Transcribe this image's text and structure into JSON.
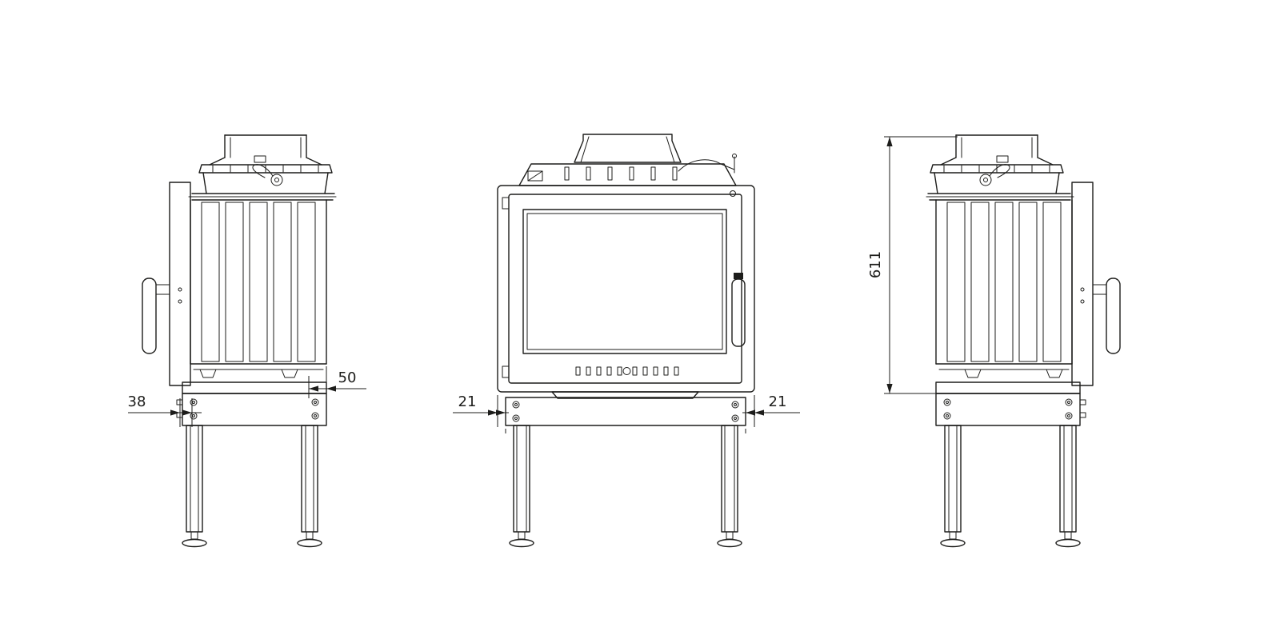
{
  "drawing": {
    "type": "technical-drawing",
    "subject": "fireplace-insert-three-views",
    "background_color": "#ffffff",
    "line_color": "#1d1d1b",
    "dims": {
      "d38": "38",
      "d50": "50",
      "d21_left": "21",
      "d21_right": "21",
      "d611": "611"
    }
  }
}
